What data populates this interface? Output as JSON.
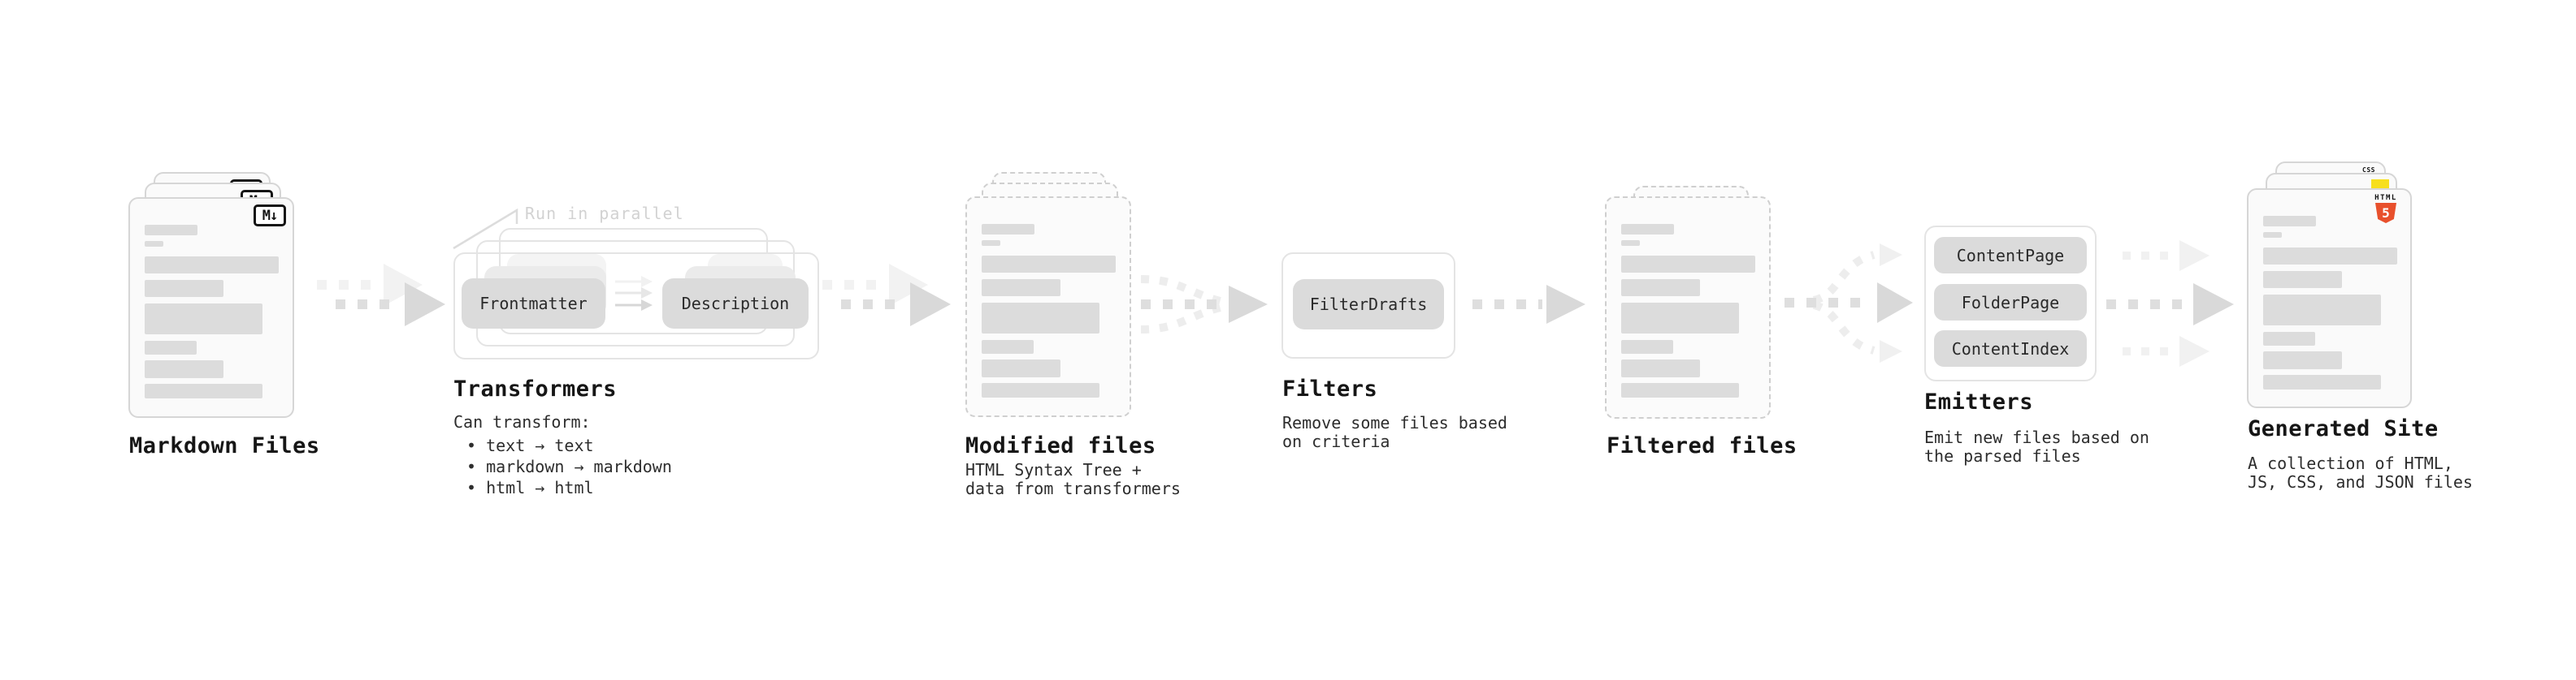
{
  "stages": {
    "markdown_files": {
      "label": "Markdown Files",
      "icon": "M↓"
    },
    "transformers": {
      "label": "Transformers",
      "note": "Run in parallel",
      "frontmatter_label": "Frontmatter",
      "description_label": "Description",
      "desc_title": "Can transform:",
      "bullets": [
        "• text → text",
        "• markdown → markdown",
        "• html → html"
      ]
    },
    "modified_files": {
      "label": "Modified files",
      "desc_line1": "HTML Syntax Tree +",
      "desc_line2": "data from transformers"
    },
    "filters": {
      "label": "Filters",
      "filter_drafts_label": "FilterDrafts",
      "desc_line1": "Remove some files based",
      "desc_line2": "on criteria"
    },
    "filtered_files": {
      "label": "Filtered files"
    },
    "emitters": {
      "label": "Emitters",
      "content_page_label": "ContentPage",
      "folder_page_label": "FolderPage",
      "content_index_label": "ContentIndex",
      "desc_line1": "Emit new files based on",
      "desc_line2": "the parsed files"
    },
    "generated_site": {
      "label": "Generated Site",
      "desc_line1": "A collection of HTML,",
      "desc_line2": "JS, CSS, and JSON files",
      "css_badge": "CSS",
      "html_badge_text": "HTML",
      "html_badge_number": "5"
    }
  },
  "colors": {
    "html5_orange": "#e8502c",
    "js_yellow": "#f7df1e",
    "css_blue": "#2d6bf2"
  }
}
